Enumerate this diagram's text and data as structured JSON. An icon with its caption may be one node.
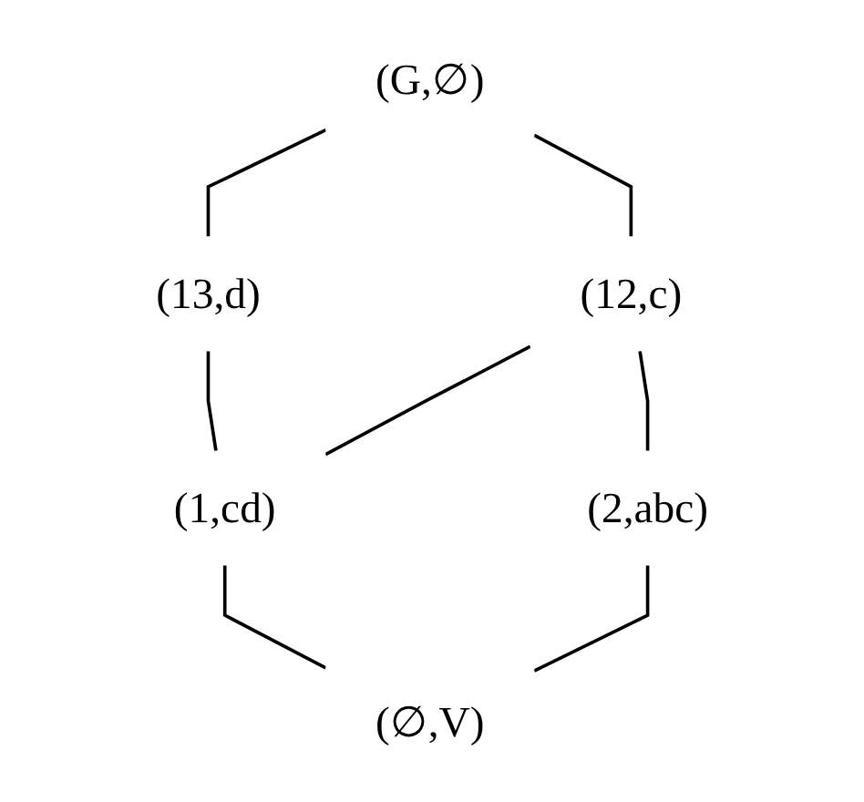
{
  "diagram": {
    "nodes": [
      {
        "text": [
          "(G,∅)"
        ]
      },
      {
        "text": [
          "(13,d)"
        ]
      },
      {
        "text": [
          "(12,c)"
        ]
      },
      {
        "text": [
          "(1,cd)"
        ]
      },
      {
        "text": [
          "(2,abc)"
        ]
      },
      {
        "text": [
          "(∅,V)"
        ]
      }
    ],
    "edges": [
      {
        "from": 0,
        "to": 1,
        "arrow": "none"
      },
      {
        "from": 0,
        "to": 2,
        "arrow": "none"
      },
      {
        "from": 1,
        "to": 3,
        "arrow": "none"
      },
      {
        "from": 2,
        "to": 3,
        "arrow": "none"
      },
      {
        "from": 2,
        "to": 4,
        "arrow": "none"
      },
      {
        "from": 3,
        "to": 5,
        "arrow": "none"
      },
      {
        "from": 4,
        "to": 5,
        "arrow": "none"
      }
    ]
  }
}
